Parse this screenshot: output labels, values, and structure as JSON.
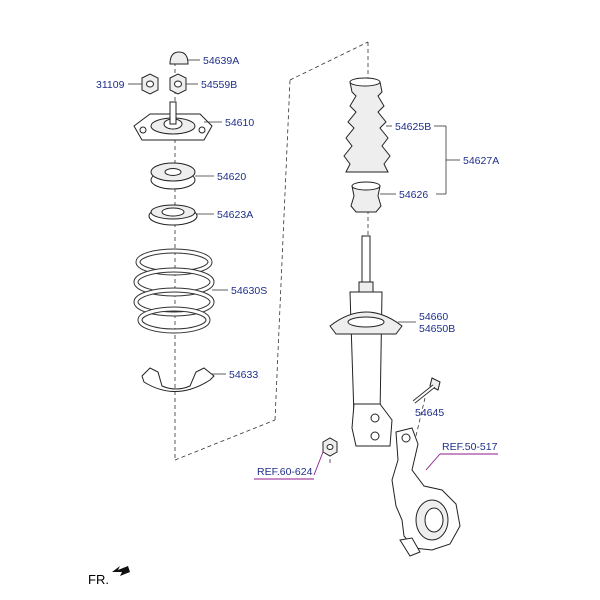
{
  "parts": {
    "p54639A": "54639A",
    "p31109": "31109",
    "p54559B": "54559B",
    "p54610": "54610",
    "p54620": "54620",
    "p54623A": "54623A",
    "p54630S": "54630S",
    "p54633": "54633",
    "p54625B": "54625B",
    "p54627A": "54627A",
    "p54626": "54626",
    "p54660": "54660",
    "p54650B": "54650B",
    "p54645": "54645"
  },
  "refs": {
    "ref_60_624": "REF.60-624",
    "ref_50_517": "REF.50-517"
  },
  "orientation": {
    "fr_label": "FR."
  },
  "colors": {
    "label": "#1f2f8a",
    "reference": "#8b1a8b"
  }
}
